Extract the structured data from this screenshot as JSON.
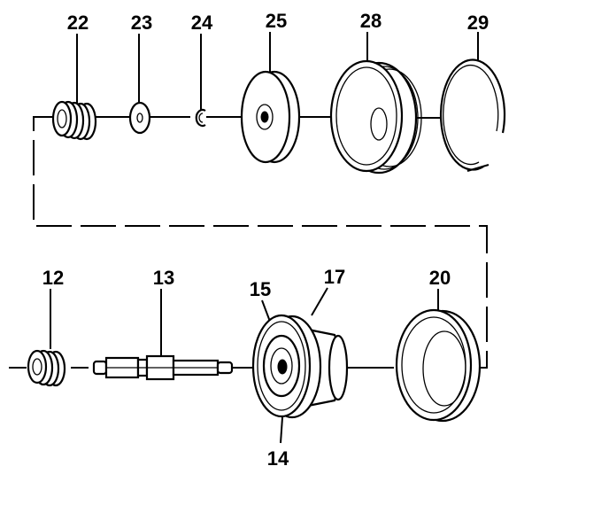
{
  "diagram": {
    "labels": {
      "p22": "22",
      "p23": "23",
      "p24": "24",
      "p25": "25",
      "p28": "28",
      "p29": "29",
      "p12": "12",
      "p13": "13",
      "p15": "15",
      "p17": "17",
      "p20": "20",
      "p14": "14"
    }
  }
}
